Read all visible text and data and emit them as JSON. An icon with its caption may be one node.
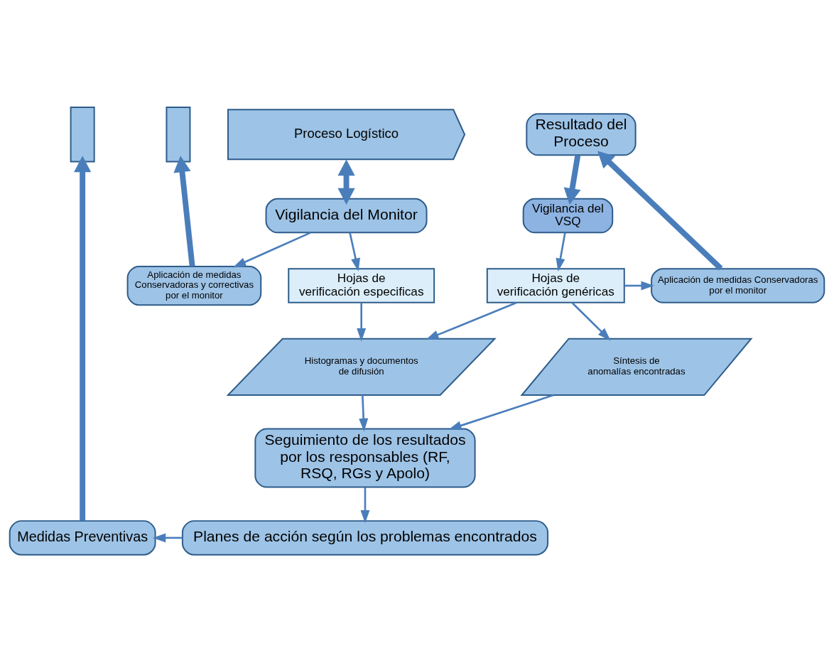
{
  "diagram": {
    "nodes": [
      {
        "text": [],
        "shape": "box"
      },
      {
        "text": [],
        "shape": "box"
      },
      {
        "text": [
          "Proceso Logístico"
        ]
      },
      {
        "text": [
          "Resultado del Proceso"
        ]
      },
      {
        "text": [
          "Vigilancia del Monitor"
        ]
      },
      {
        "text": [
          "Vigilancia del VSQ"
        ]
      },
      {
        "text": [
          "Aplicación de medidas Conservadoras y correctivas por el monitor"
        ]
      },
      {
        "text": [
          "Hojas de verificación especificas"
        ]
      },
      {
        "text": [
          "Hojas de verificación genéricas"
        ]
      },
      {
        "text": [
          "Aplicación de medidas Conservadoras por el monitor"
        ]
      },
      {
        "text": [
          "Histogramas y documentos de difusión"
        ]
      },
      {
        "text": [
          "Síntesis de anomalías encontradas"
        ]
      },
      {
        "text": [
          "Seguimiento de los resultados por los responsables (RF, RSQ, RGs y Apolo)"
        ]
      },
      {
        "text": [
          "Planes de acción según los problemas encontrados"
        ]
      },
      {
        "text": [
          "Medidas Preventivas"
        ]
      }
    ],
    "edges": [
      {
        "from": 2,
        "to": 4,
        "arrow": "both",
        "style": "thick"
      },
      {
        "from": 3,
        "to": 5,
        "arrow": "to",
        "style": "thick"
      },
      {
        "from": 9,
        "to": 3,
        "arrow": "to",
        "style": "thick"
      },
      {
        "from": 4,
        "to": 6,
        "arrow": "to"
      },
      {
        "from": 4,
        "to": 7,
        "arrow": "to"
      },
      {
        "from": 6,
        "to": 1,
        "arrow": "to",
        "style": "thick"
      },
      {
        "from": 5,
        "to": 8,
        "arrow": "to"
      },
      {
        "from": 8,
        "to": 9,
        "arrow": "to"
      },
      {
        "from": 7,
        "to": 10,
        "arrow": "to"
      },
      {
        "from": 8,
        "to": 10,
        "arrow": "to"
      },
      {
        "from": 8,
        "to": 11,
        "arrow": "to"
      },
      {
        "from": 10,
        "to": 12,
        "arrow": "to"
      },
      {
        "from": 11,
        "to": 12,
        "arrow": "to"
      },
      {
        "from": 12,
        "to": 13,
        "arrow": "to"
      },
      {
        "from": 13,
        "to": 14,
        "arrow": "to"
      },
      {
        "from": 14,
        "to": 0,
        "arrow": "to",
        "style": "thick"
      }
    ]
  }
}
